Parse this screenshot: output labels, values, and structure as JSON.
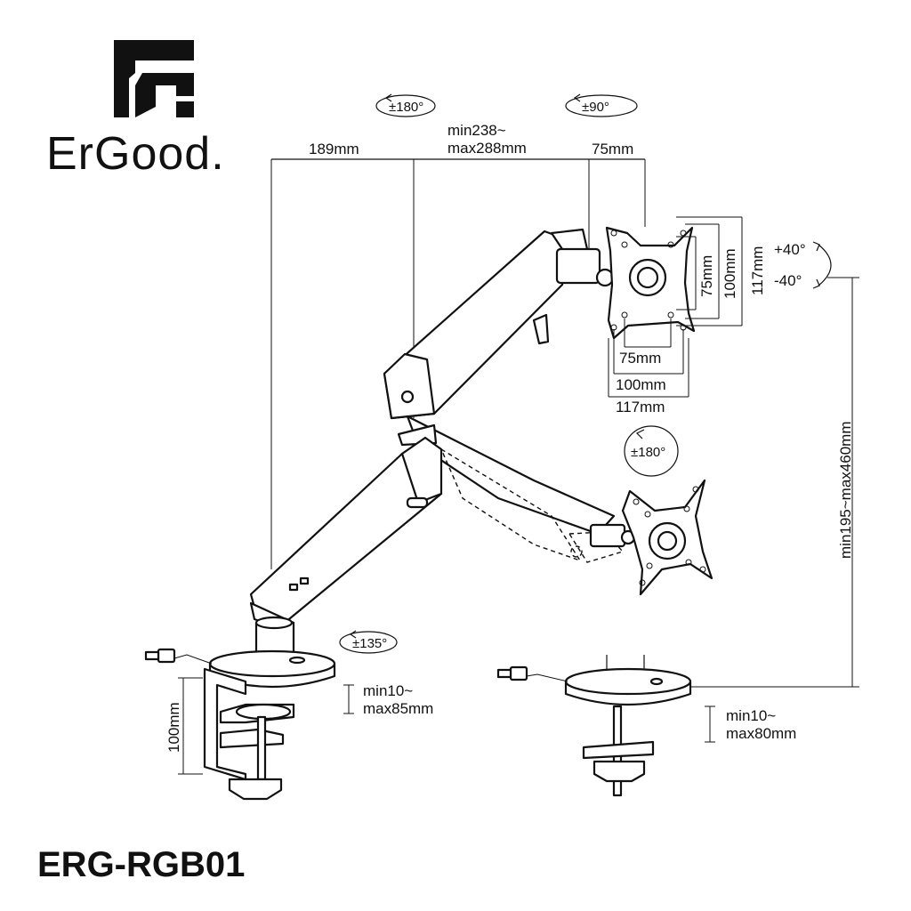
{
  "brand": {
    "name": "ErGood.",
    "logo_icon": "ergood-logo-icon"
  },
  "model": "ERG-RGB01",
  "angles": {
    "arm_rotation": "±180°",
    "head_swivel": "±90°",
    "tilt_up": "+40°",
    "tilt_down": "-40°",
    "vesa_rotation": "±180°",
    "base_rotation": "±135°"
  },
  "dimensions": {
    "top_left": "189mm",
    "top_mid_line1": "min238~",
    "top_mid_line2": "max288mm",
    "top_right": "75mm",
    "vesa_v_75": "75mm",
    "vesa_v_100": "100mm",
    "vesa_v_117": "117mm",
    "vesa_h_75": "75mm",
    "vesa_h_100": "100mm",
    "vesa_h_117": "117mm",
    "height_range": "min195~max460mm",
    "clamp_height": "100mm",
    "clamp_line1": "min10~",
    "clamp_line2": "max85mm",
    "grommet_line1": "min10~",
    "grommet_line2": "max80mm"
  },
  "colors": {
    "ink": "#111111",
    "background": "#ffffff"
  }
}
